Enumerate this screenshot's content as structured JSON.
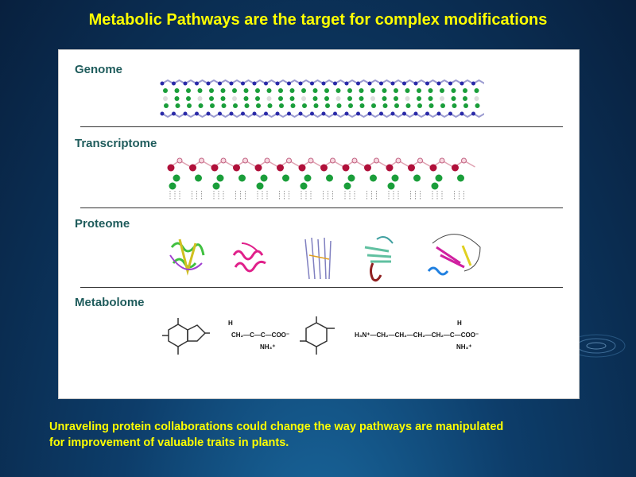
{
  "title": "Metabolic Pathways are the target for complex modifications",
  "sections": [
    {
      "label": "Genome"
    },
    {
      "label": "Transcriptome"
    },
    {
      "label": "Proteome"
    },
    {
      "label": "Metabolome"
    }
  ],
  "chem": {
    "carboxylate": "COO⁻",
    "amine": "NH₃⁺",
    "h": "H",
    "lysine": "H₃N⁺—CH₂—CH₂—CH₂—CH₂—C—COO⁻",
    "aspartate": "CH₂—C—C—COO⁻"
  },
  "footer": {
    "line1": "Unraveling protein  collaborations could change the way pathways are manipulated",
    "line2": "for improvement of valuable traits in plants."
  },
  "colors": {
    "title": "#ffff00",
    "label": "#1f5c5c",
    "dna_base": "#1a9e3a",
    "dna_backbone": "#2a2aa8",
    "rna_sugar": "#b0103a"
  }
}
